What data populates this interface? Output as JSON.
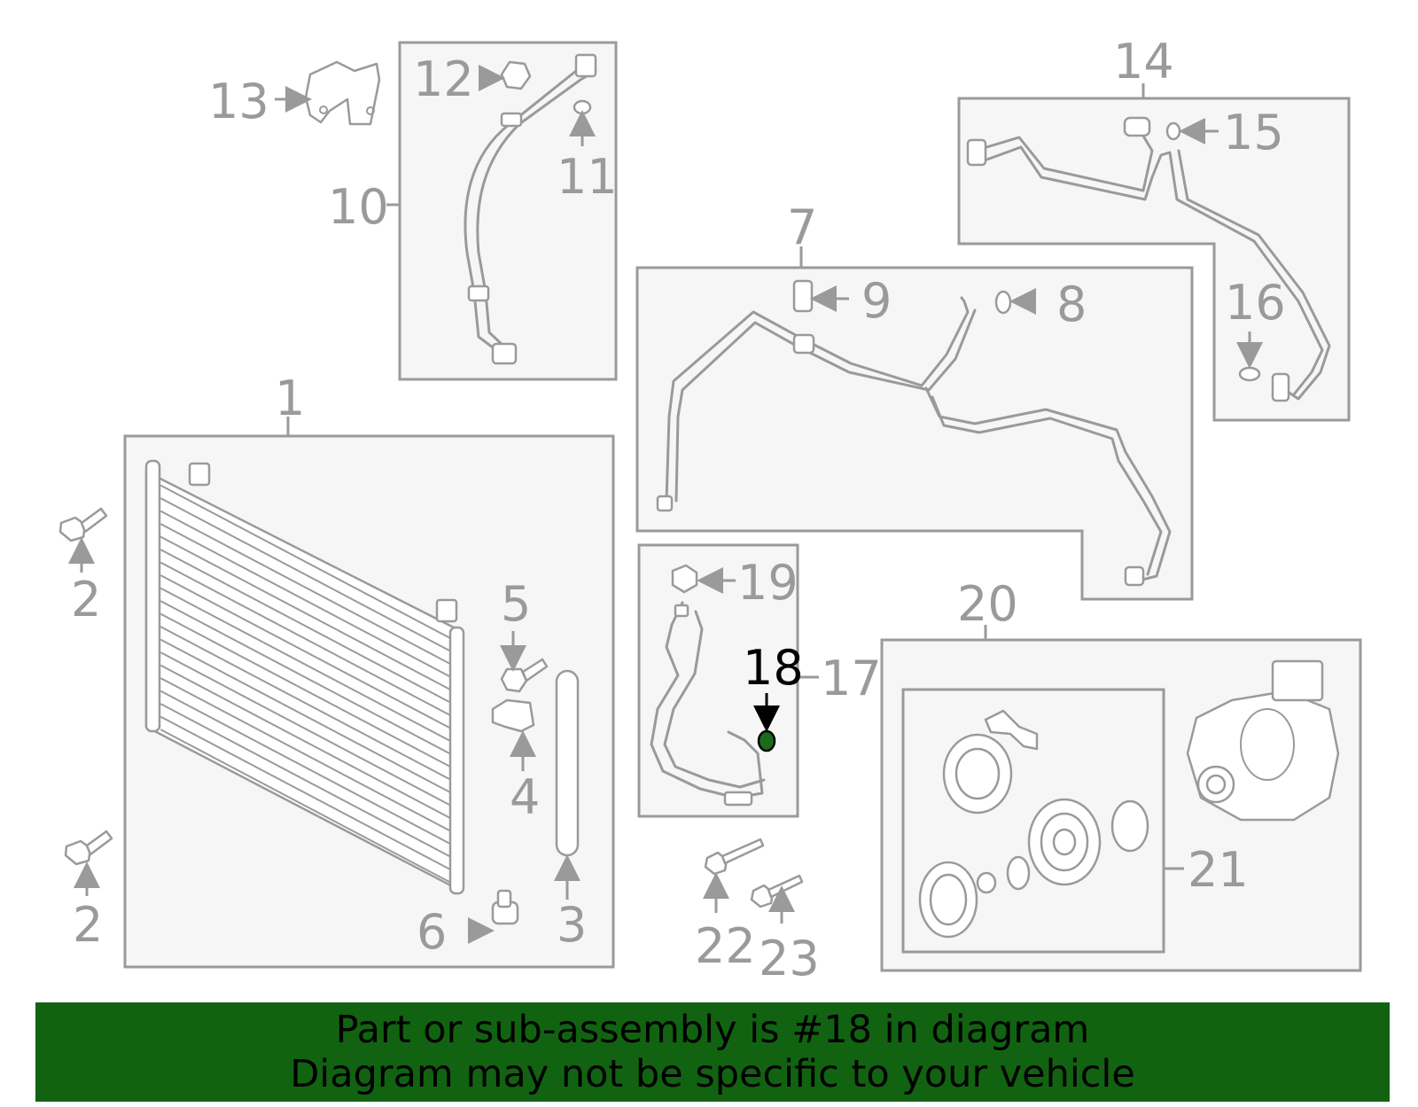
{
  "colors": {
    "line": "#9a9a9a",
    "highlight_part": "#1c6b1c",
    "banner_bg": "#116311",
    "highlight_label": "#000000"
  },
  "callouts": {
    "c1": "1",
    "c2a": "2",
    "c2b": "2",
    "c3": "3",
    "c4": "4",
    "c5": "5",
    "c6": "6",
    "c7": "7",
    "c8": "8",
    "c9": "9",
    "c10": "10",
    "c11": "11",
    "c12": "12",
    "c13": "13",
    "c14": "14",
    "c15": "15",
    "c16": "16",
    "c17": "17",
    "c18": "18",
    "c19": "19",
    "c20": "20",
    "c21": "21",
    "c22": "22",
    "c23": "23"
  },
  "highlighted_part": "18",
  "banner": {
    "line1": "Part or sub-assembly is #18 in diagram",
    "line2": "Diagram may not be specific to your vehicle"
  }
}
